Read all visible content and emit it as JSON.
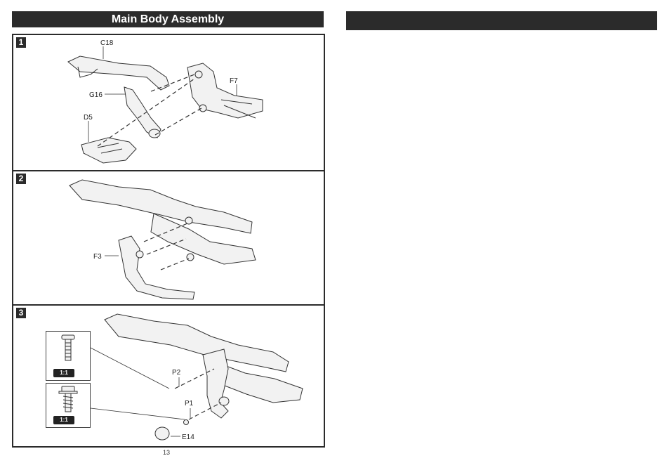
{
  "page": {
    "title": "Main Body Assembly",
    "page_number": "13"
  },
  "steps": [
    {
      "number": "1",
      "labels": {
        "c18": "C18",
        "g16": "G16",
        "d5": "D5",
        "f7": "F7"
      }
    },
    {
      "number": "2",
      "labels": {
        "f3": "F3"
      }
    },
    {
      "number": "3",
      "labels": {
        "p2": "P2",
        "p1": "P1",
        "e14": "E14"
      },
      "scale_boxes": [
        {
          "scale": "1:1",
          "part": "screw-long"
        },
        {
          "scale": "1:1",
          "part": "screw-flange"
        }
      ]
    }
  ],
  "colors": {
    "header": "#2b2b2b",
    "line": "#333333",
    "part_fill": "#f2f2f2"
  }
}
